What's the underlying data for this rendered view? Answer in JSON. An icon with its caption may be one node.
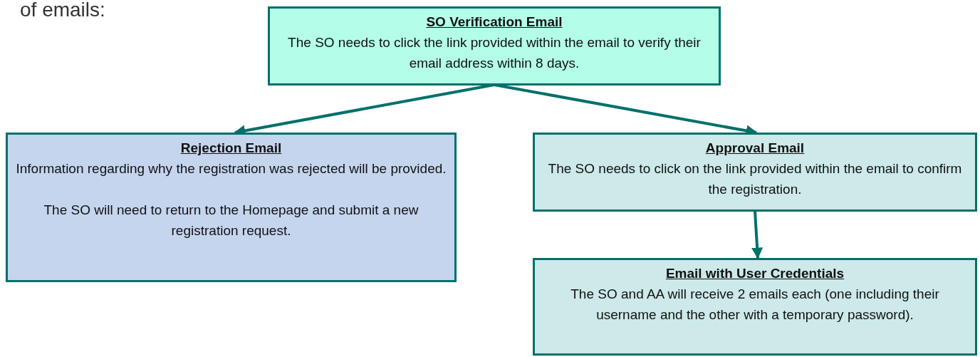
{
  "diagram": {
    "nodes": [
      {
        "text": [
          "SO Verification Email",
          "The SO needs to click the link provided within the email to verify their email address within 8 days."
        ]
      },
      {
        "text": [
          "Rejection Email",
          "Information regarding why the registration was rejected will be provided.",
          "The SO will need to return to the Homepage and submit a new registration request."
        ]
      },
      {
        "text": [
          "Approval Email",
          "The SO needs to click on the link provided within the email to confirm the registration."
        ]
      },
      {
        "text": [
          "Email with User Credentials",
          "The SO and AA will receive 2 emails each (one including their username and the other with a temporary password)."
        ]
      }
    ],
    "edges": [
      {
        "from": 0,
        "to": 1,
        "arrow": "to"
      },
      {
        "from": 0,
        "to": 2,
        "arrow": "to"
      },
      {
        "from": 2,
        "to": 3,
        "arrow": "to"
      }
    ],
    "labels": [
      "of emails:"
    ]
  }
}
